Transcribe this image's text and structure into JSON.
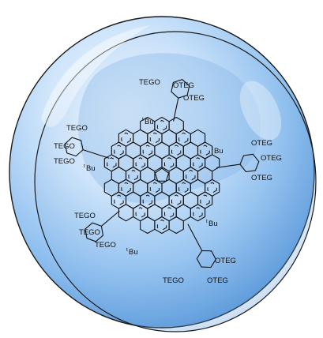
{
  "labels": {
    "tego": "TEGO",
    "oteg": "OTEG",
    "bu": "Bu",
    "t": "t"
  },
  "colors": {
    "sphere_light": "#eaf4ff",
    "sphere_mid": "#a9d0f6",
    "sphere_dark": "#5a98d9",
    "inner_shadow": "#7fb2e6",
    "outline": "#1a1a1a",
    "ink": "#111111"
  }
}
